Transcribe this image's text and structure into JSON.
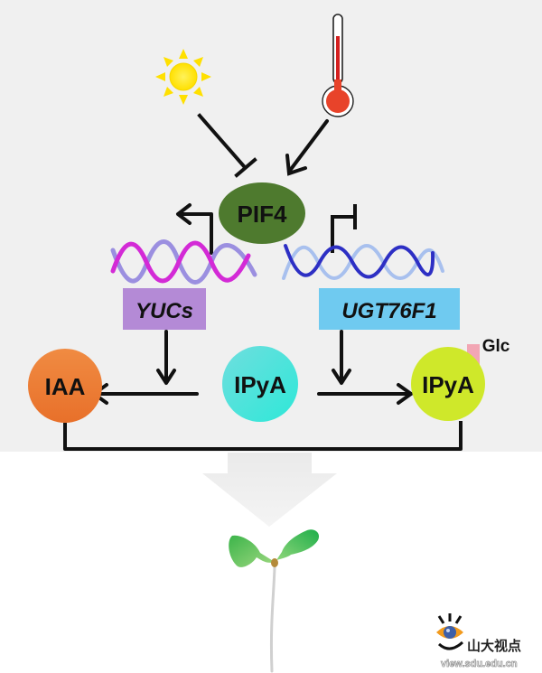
{
  "diagram": {
    "inputs": [
      {
        "name": "light",
        "icon": "sun-icon",
        "effect": "inhibits"
      },
      {
        "name": "high-temperature",
        "icon": "thermometer-icon",
        "effect": "promotes"
      }
    ],
    "regulator": {
      "label": "PIF4",
      "color": "#4e7a2e"
    },
    "genes": [
      {
        "label": "YUCs",
        "box_color": "#b48ad6",
        "dna_colors": [
          "#d32ad6",
          "#9b8fe0"
        ],
        "regulation": "activated by PIF4"
      },
      {
        "label": "UGT76F1",
        "box_color": "#6fcaf0",
        "dna_colors": [
          "#2d2fc4",
          "#a8c0ee"
        ],
        "regulation": "repressed by PIF4"
      }
    ],
    "metabolites": {
      "left": {
        "label": "IAA",
        "color": "#ec7a30"
      },
      "center": {
        "label": "IPyA",
        "color": "#3fe0d6"
      },
      "right": {
        "label": "IPyA",
        "color": "#cfe82a",
        "tag": "Glc",
        "tag_color": "#f2a6b4"
      }
    },
    "outcome": {
      "icon": "seedling-icon",
      "description": "hypocotyl growth"
    }
  },
  "watermark": {
    "title": "山大视点",
    "url": "view.sdu.edu.cn"
  }
}
